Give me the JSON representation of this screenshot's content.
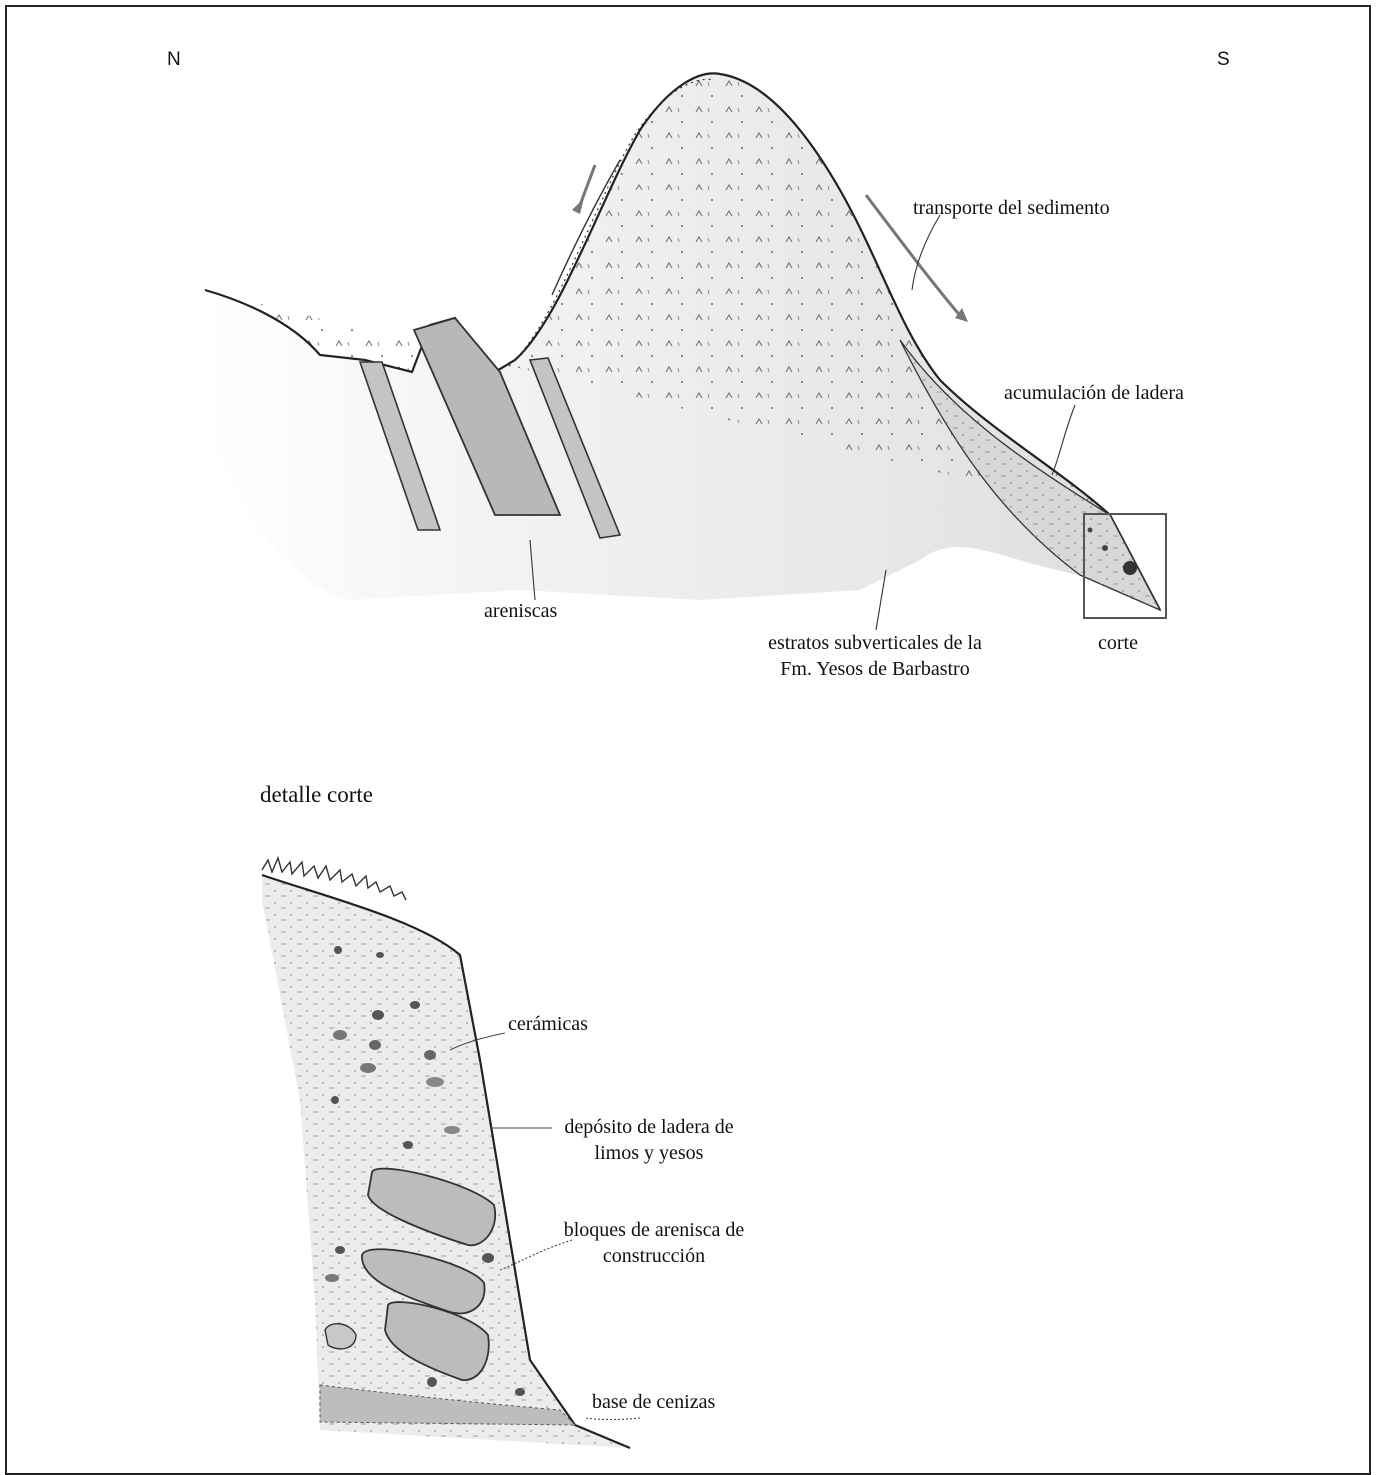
{
  "orientation": {
    "north": "N",
    "south": "S"
  },
  "section": {
    "transport_label": "transporte del sedimento",
    "slope_accumulation_label": "acumulación de ladera",
    "sandstones_label": "areniscas",
    "strata_label_line1": "estratos subverticales de la",
    "strata_label_line2": "Fm. Yesos de Barbastro",
    "cut_label": "corte"
  },
  "detail": {
    "title": "detalle corte",
    "ceramics_label": "cerámicas",
    "deposit_label_line1": "depósito de ladera de",
    "deposit_label_line2": "limos y yesos",
    "blocks_label_line1": "bloques de arenisca de",
    "blocks_label_line2": "construcción",
    "ash_base_label": "base de cenizas"
  },
  "colors": {
    "ink": "#111111",
    "sandstone_fill": "#b8b8b8",
    "deposit_fill": "#e6e6e6"
  }
}
